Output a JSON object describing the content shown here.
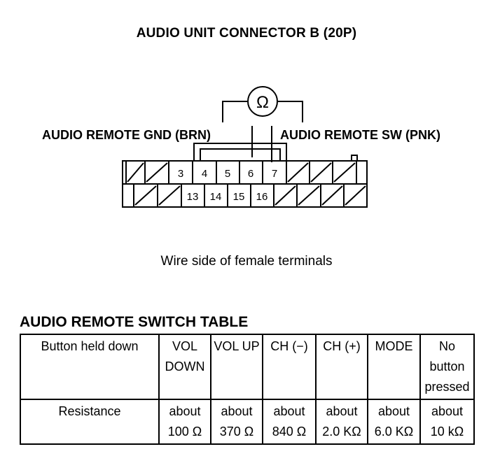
{
  "title": "AUDIO UNIT CONNECTOR B (20P)",
  "labels": {
    "gnd": "AUDIO REMOTE GND (BRN)",
    "sw": "AUDIO REMOTE SW (PNK)",
    "ohm_symbol": "Ω"
  },
  "connector": {
    "top_row": [
      "3",
      "4",
      "5",
      "6",
      "7"
    ],
    "bottom_row": [
      "13",
      "14",
      "15",
      "16"
    ]
  },
  "caption": "Wire side of female terminals",
  "table": {
    "title": "AUDIO REMOTE SWITCH TABLE",
    "header": {
      "label": "Button held down",
      "cols": [
        [
          "VOL",
          "DOWN"
        ],
        [
          "VOL UP"
        ],
        [
          "CH (−)"
        ],
        [
          "CH (+)"
        ],
        [
          "MODE"
        ],
        [
          "No",
          "button",
          "pressed"
        ]
      ]
    },
    "row": {
      "label": "Resistance",
      "cols": [
        [
          "about",
          "100 Ω"
        ],
        [
          "about",
          "370 Ω"
        ],
        [
          "about",
          "840 Ω"
        ],
        [
          "about",
          "2.0 KΩ"
        ],
        [
          "about",
          "6.0 KΩ"
        ],
        [
          "about",
          "10 kΩ"
        ]
      ]
    }
  }
}
